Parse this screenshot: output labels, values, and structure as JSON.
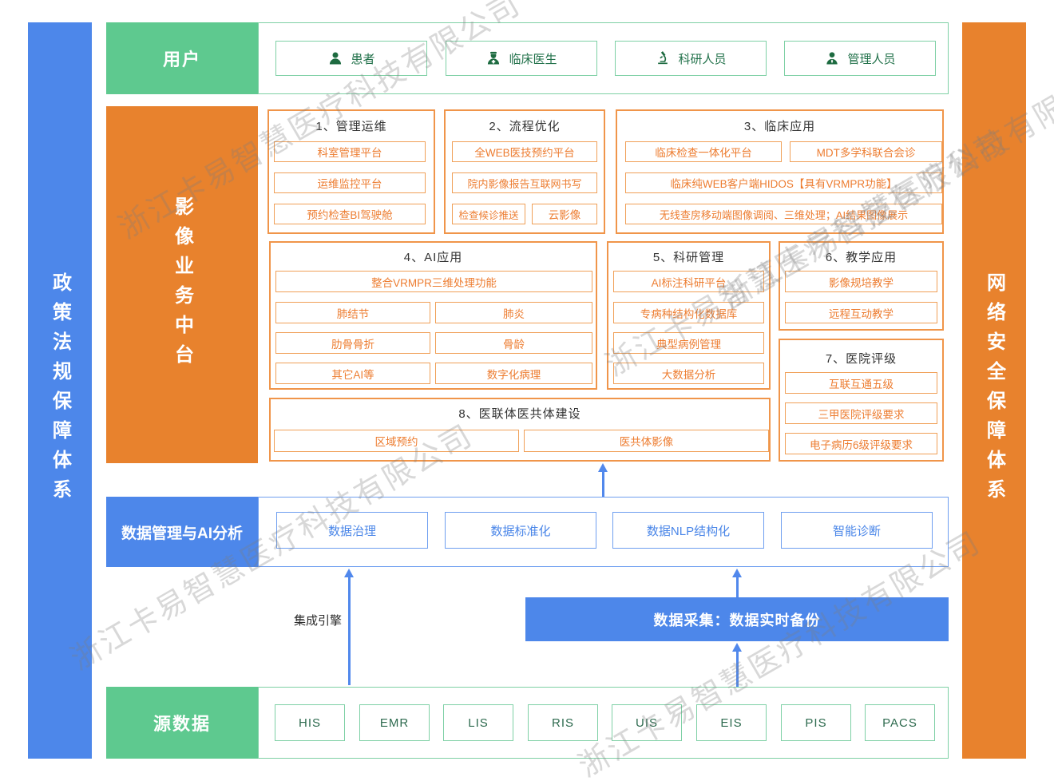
{
  "watermark": {
    "text": "浙江卡易智慧医疗科技有限公司"
  },
  "colors": {
    "green": "#5ec98f",
    "green_border": "#7ed0a5",
    "green_text_dark": "#21714a",
    "orange": "#e8822d",
    "orange_border": "#f0954a",
    "orange_text": "#ed7d31",
    "blue": "#4d87ea",
    "blue_border": "#6f9ff0",
    "blue_text": "#4a86e8"
  },
  "side_left": {
    "label": "政策法规保障体系"
  },
  "side_right": {
    "label": "网络安全保障体系"
  },
  "users_row": {
    "header": "用户",
    "items": [
      {
        "label": "患者",
        "icon": "patient-icon"
      },
      {
        "label": "临床医生",
        "icon": "doctor-icon"
      },
      {
        "label": "科研人员",
        "icon": "microscope-icon"
      },
      {
        "label": "管理人员",
        "icon": "manager-icon"
      }
    ]
  },
  "mid": {
    "header": "影像业务中台",
    "sections": [
      {
        "title": "1、管理运维",
        "items": [
          "科室管理平台",
          "运维监控平台",
          "预约检查BI驾驶舱"
        ]
      },
      {
        "title": "2、流程优化",
        "items": [
          "全WEB医技预约平台",
          "院内影像报告互联网书写",
          "检查候诊推送",
          "云影像"
        ]
      },
      {
        "title": "3、临床应用",
        "items": [
          "临床检查一体化平台",
          "MDT多学科联合会诊",
          "临床纯WEB客户端HIDOS【具有VRMPR功能】",
          "无线查房移动端图像调阅、三维处理；AI结果图像展示"
        ]
      },
      {
        "title": "4、AI应用",
        "items": [
          "整合VRMPR三维处理功能",
          "肺结节",
          "肺炎",
          "肋骨骨折",
          "骨龄",
          "其它AI等",
          "数字化病理"
        ]
      },
      {
        "title": "5、科研管理",
        "items": [
          "AI标注科研平台",
          "专病种结构化数据库",
          "典型病例管理",
          "大数据分析"
        ]
      },
      {
        "title": "6、教学应用",
        "items": [
          "影像规培教学",
          "远程互动教学"
        ]
      },
      {
        "title": "7、医院评级",
        "items": [
          "互联互通五级",
          "三甲医院评级要求",
          "电子病历6级评级要求"
        ]
      },
      {
        "title": "8、医联体医共体建设",
        "items": [
          "区域预约",
          "医共体影像"
        ]
      }
    ]
  },
  "data_mgmt_row": {
    "header": "数据管理与AI分析",
    "items": [
      "数据治理",
      "数据标准化",
      "数据NLP结构化",
      "智能诊断"
    ]
  },
  "integration": {
    "label": "集成引擎"
  },
  "data_collect": {
    "label": "数据采集：数据实时备份"
  },
  "source_row": {
    "header": "源数据",
    "items": [
      "HIS",
      "EMR",
      "LIS",
      "RIS",
      "UIS",
      "EIS",
      "PIS",
      "PACS"
    ]
  }
}
